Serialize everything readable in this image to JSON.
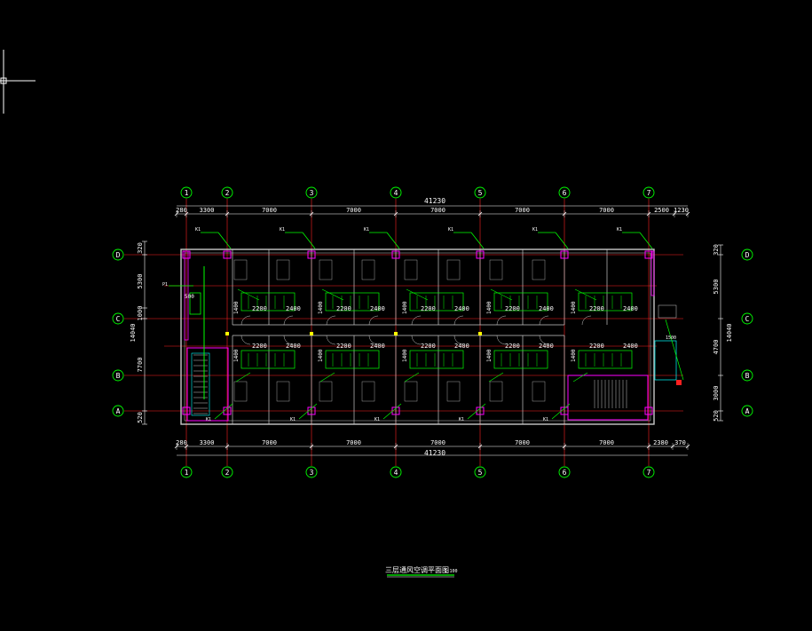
{
  "drawing": {
    "title": "三层通风空调平面图",
    "scale": "1:100",
    "overall_dimension": "41230",
    "top_dims": [
      "280",
      "3300",
      "7000",
      "7000",
      "7000",
      "7000",
      "7000",
      "2500",
      "1230"
    ],
    "bottom_dims": [
      "280",
      "3300",
      "7000",
      "7000",
      "7000",
      "7000",
      "7000",
      "2380",
      "370"
    ],
    "left_dims": [
      "320",
      "5300",
      "1000",
      "7700",
      "520"
    ],
    "left_total": "14040",
    "right_dims": [
      "320",
      "5300",
      "4700",
      "3000",
      "520"
    ],
    "right_total": "14040",
    "column_axes": [
      "1",
      "2",
      "3",
      "4",
      "5",
      "6",
      "7"
    ],
    "row_axes": [
      "D",
      "C",
      "B",
      "A"
    ],
    "room_dims": [
      "2200",
      "2400"
    ],
    "unit_tag": "K1",
    "unit_tag_alt": "P1",
    "riser_dim": "1400",
    "side_dim": "1500",
    "small_dim": "500"
  },
  "colors": {
    "background": "#000000",
    "walls": "#c8c8c8",
    "axis_lines": "#ff2020",
    "ducts": "#00ff00",
    "dimensions": "#ffffff",
    "magenta": "#ff00ff",
    "cyan": "#00ffff",
    "yellow": "#ffff00"
  }
}
